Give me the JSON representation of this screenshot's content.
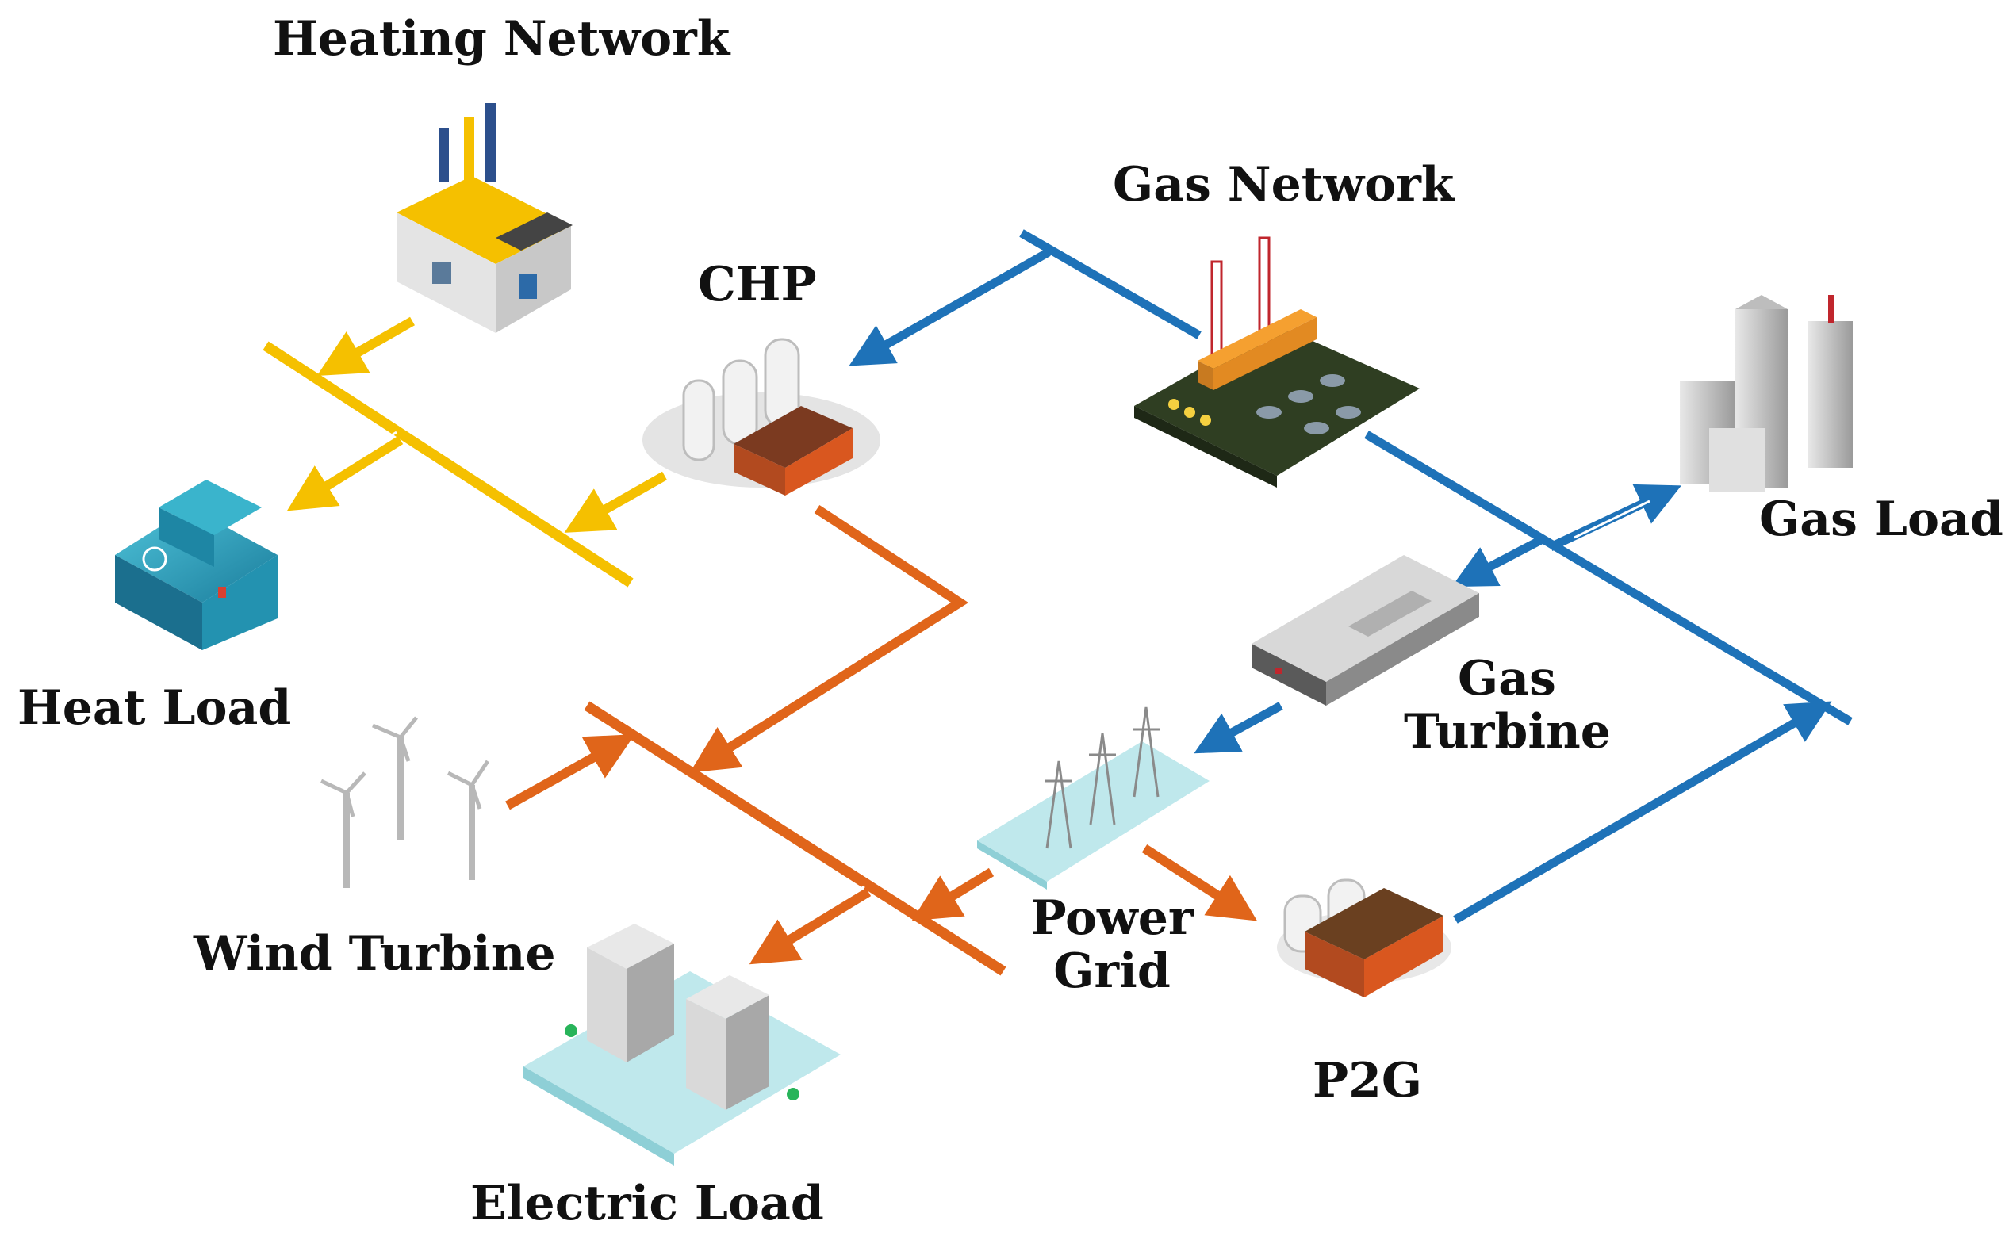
{
  "labels": {
    "heating_network": "Heating Network",
    "gas_network": "Gas Network",
    "chp": "CHP",
    "heat_load": "Heat Load",
    "gas_load": "Gas Load",
    "gas_turbine_line1": "Gas",
    "gas_turbine_line2": "Turbine",
    "wind_turbine": "Wind Turbine",
    "power_grid_line1": "Power",
    "power_grid_line2": "Grid",
    "p2g": "P2G",
    "electric_load": "Electric Load"
  },
  "colors": {
    "heat": "#f5c000",
    "electric": "#e0651a",
    "gas": "#1e72b8"
  }
}
